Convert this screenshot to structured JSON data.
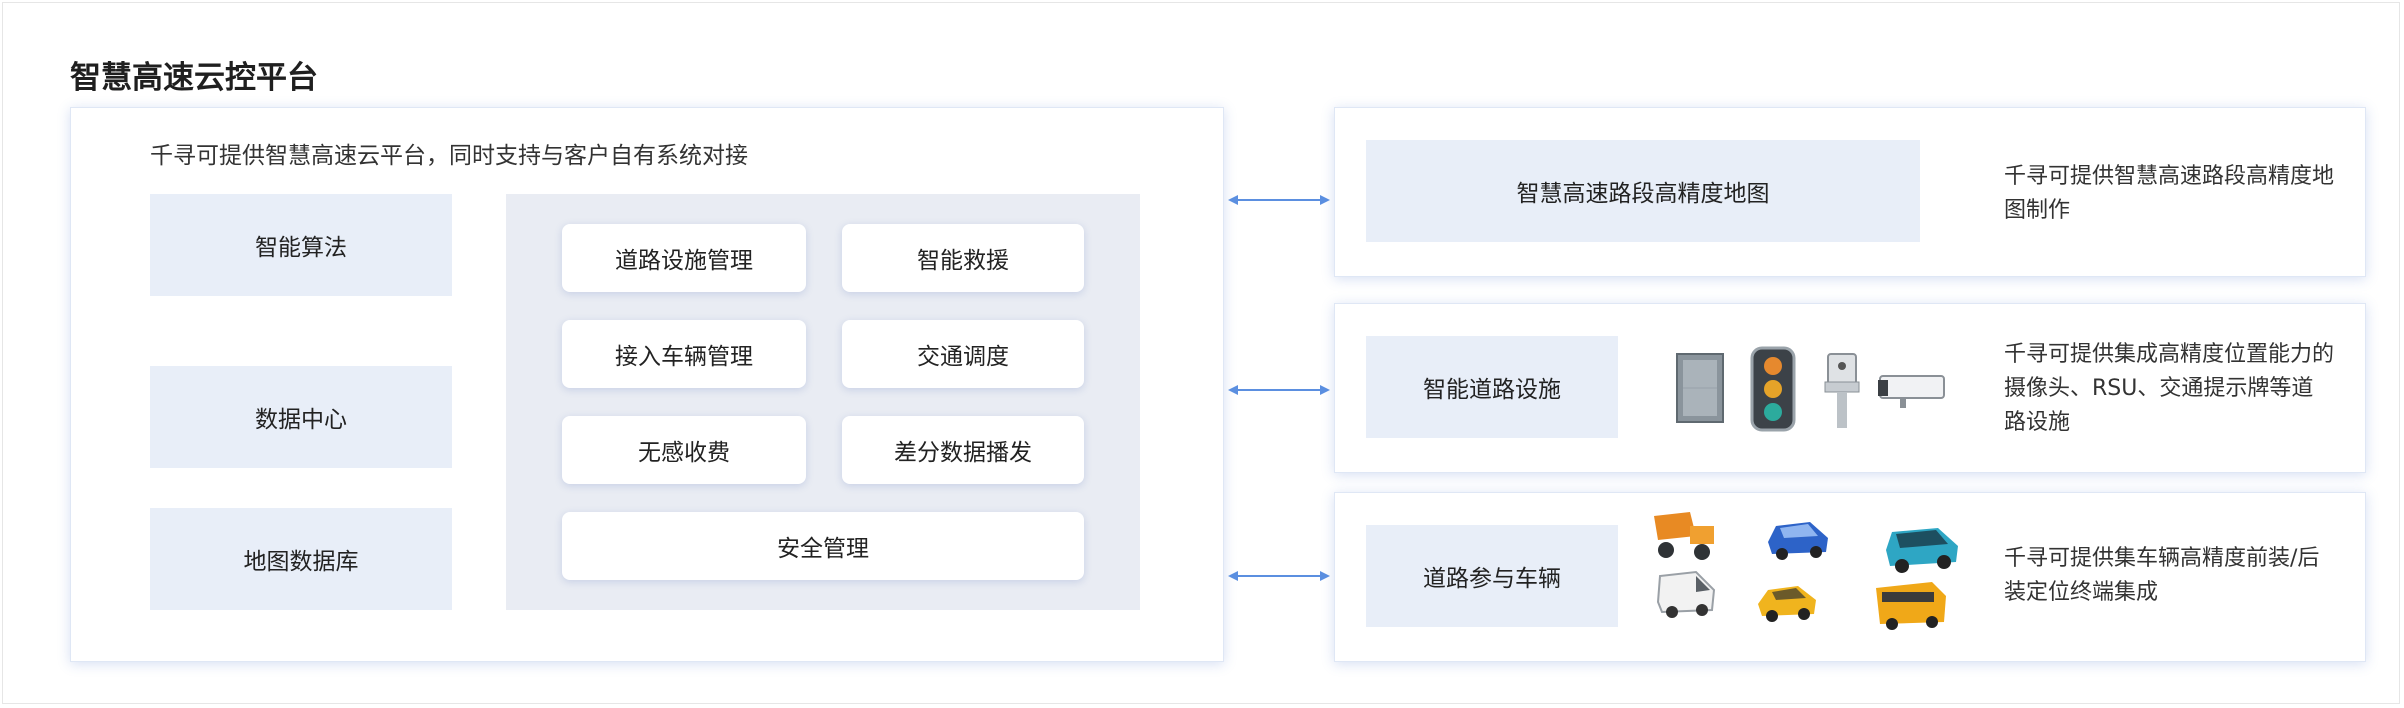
{
  "title": "智慧高速云控平台",
  "platform": {
    "subtitle": "千寻可提供智慧高速云平台，同时支持与客户自有系统对接",
    "left_items": [
      "智能算法",
      "数据中心",
      "地图数据库"
    ],
    "modules": [
      "道路设施管理",
      "智能救援",
      "接入车辆管理",
      "交通调度",
      "无感收费",
      "差分数据播发",
      "安全管理"
    ]
  },
  "right": [
    {
      "label": "智慧高速路段高精度地图",
      "desc": "千寻可提供智慧高速路段高精度地图制作"
    },
    {
      "label": "智能道路设施",
      "desc": "千寻可提供集成高精度位置能力的摄像头、RSU、交通提示牌等道路设施"
    },
    {
      "label": "道路参与车辆",
      "desc": "千寻可提供集车辆高精度前装/后装定位终端集成"
    }
  ],
  "colors": {
    "accent": "#5b8fe0",
    "pill_bg": "#e8eef8",
    "panel_bg": "#e9ecf3"
  },
  "icons": {
    "facilities": [
      "display-panel-icon",
      "traffic-light-icon",
      "rsu-device-icon",
      "camera-icon"
    ],
    "vehicles": [
      "dump-truck-icon",
      "blue-car-icon",
      "teal-suv-icon",
      "white-van-icon",
      "yellow-taxi-icon",
      "yellow-bus-icon"
    ]
  }
}
